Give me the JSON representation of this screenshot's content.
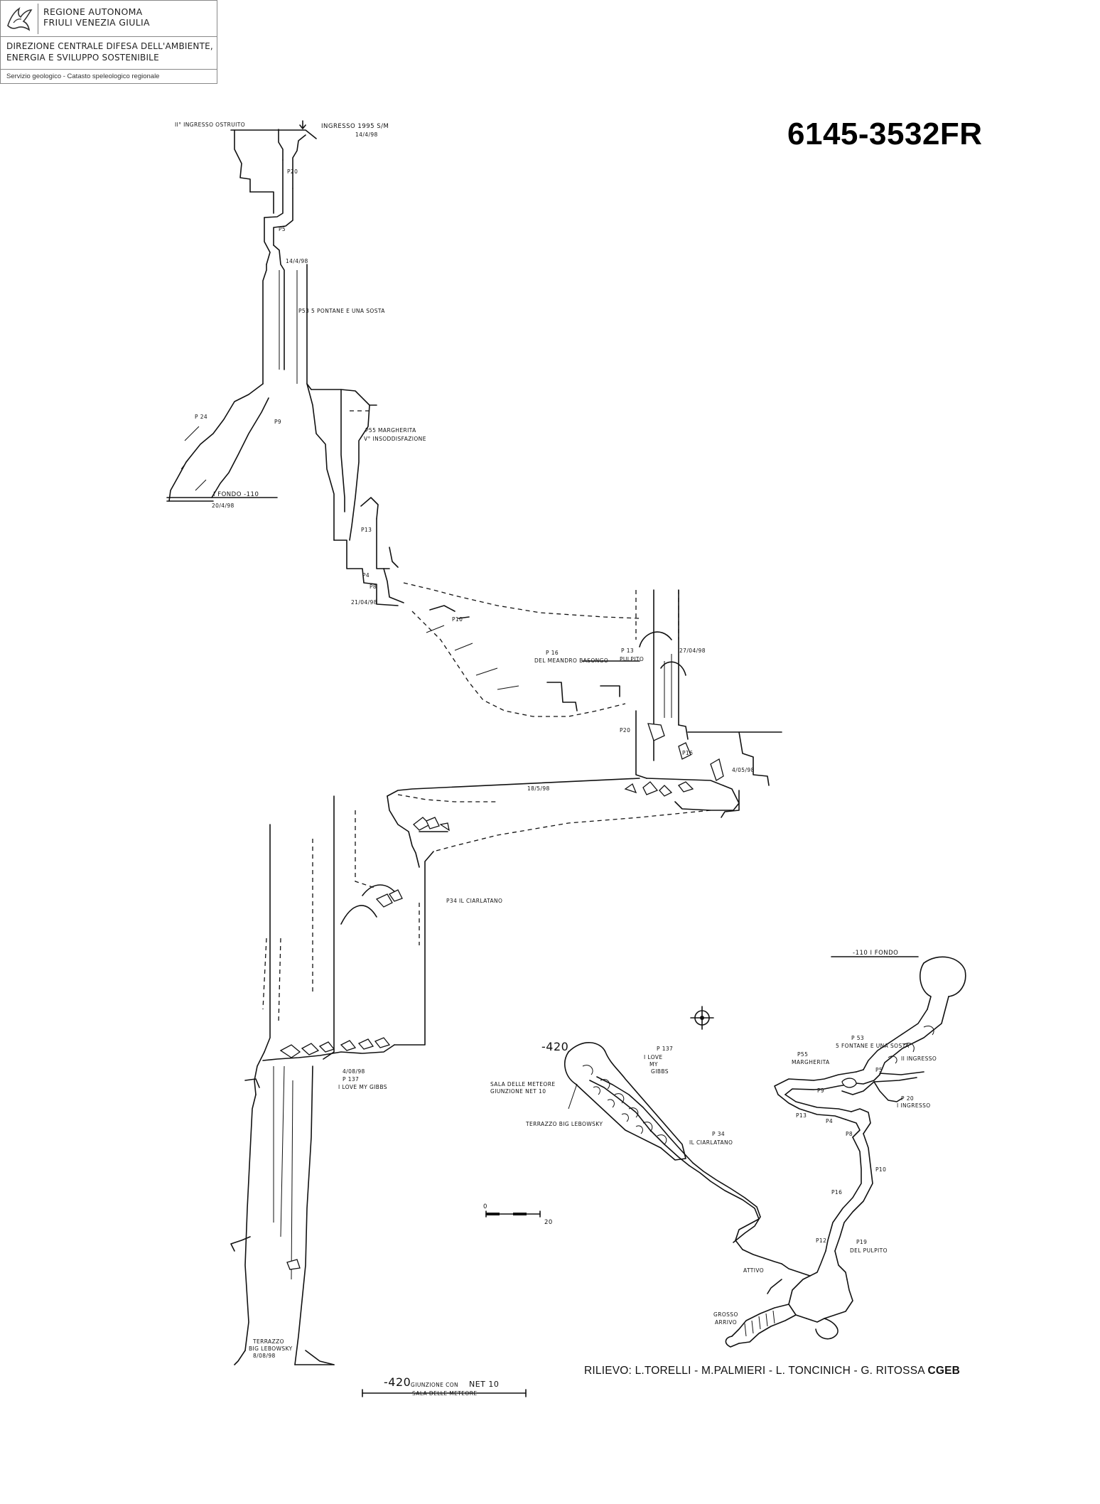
{
  "header": {
    "region_line1": "REGIONE AUTONOMA",
    "region_line2": "FRIULI VENEZIA GIULIA",
    "direzione_line1": "DIREZIONE CENTRALE DIFESA DELL'AMBIENTE,",
    "direzione_line2": "ENERGIA E SVILUPPO SOSTENIBILE",
    "servizio": "Servizio geologico - Catasto speleologico regionale"
  },
  "cave_id": "6145-3532FR",
  "credits": {
    "text": "RILIEVO: L.TORELLI - M.PALMIERI - L. TONCINICH - G. RITOSSA",
    "club": "CGEB"
  },
  "section_labels": {
    "ingresso_ostruito": "II° INGRESSO OSTRUITO",
    "ingresso": "INGRESSO 1995 S/M",
    "ingresso_date": "14/4/98",
    "p20_top": "P20",
    "p5": "P5",
    "date_p5": "14/4/98",
    "p53": "P53 5 PONTANE E UNA SOSTA",
    "p24": "P 24",
    "p9": "P9",
    "p55": "P55 MARGHERITA",
    "p55_sub": "V° INSODDISFAZIONE",
    "fondo": "I FONDO -110",
    "fondo_date": "20/4/98",
    "p13": "P13",
    "p4": "P4",
    "p8": "P8",
    "date_p8": "21/04/98",
    "p10": "P10",
    "p16": "P 16",
    "p16_sub": "DEL MEANDRO BASONGO",
    "p13b": "P 13",
    "pulpito": "PULPITO",
    "date_pulpito": "27/04/98",
    "p20_mid": "P20",
    "p16b": "P16",
    "date_right": "4/05/98",
    "date_mid": "18/5/98",
    "p34": "P34 IL CIARLATANO",
    "date_gibbs": "4/08/98",
    "p137": "P 137",
    "gibbs": "I LOVE MY GIBBS",
    "terrazzo": "TERRAZZO",
    "lebowsky": "BIG LEBOWSKY",
    "date_terrazzo": "8/08/98",
    "bottom_depth": "-420",
    "bottom_text": "GIUNZIONE CON",
    "net": "NET 10",
    "sala": "SALA DELLE METEORE"
  },
  "plan_labels": {
    "fondo": "-110 I FONDO",
    "p53": "P 53",
    "p53_sub": "5 FONTANE E UNA SOSTA",
    "ingresso2": "II INGRESSO",
    "ingresso1": "I INGRESSO",
    "p20": "P 20",
    "p55": "P55",
    "margherita": "MARGHERITA",
    "p9": "P9",
    "p5": "P5",
    "p13": "P13",
    "p4": "P4",
    "p8": "P8",
    "p10": "P10",
    "p16": "P16",
    "p19": "P19",
    "pulpito": "DEL PULPITO",
    "p12": "P12",
    "attivo": "ATTIVO",
    "grosso": "GROSSO",
    "arrivo": "ARRIVO",
    "depth": "-420",
    "sala": "SALA DELLE METEORE",
    "giunzione": "GIUNZIONE NET 10",
    "p137": "P 137",
    "love": "I LOVE",
    "my": "MY",
    "gibbs": "GIBBS",
    "terrazzo": "TERRAZZO BIG LEBOWSKY",
    "p34": "P 34",
    "ciarlatano": "IL CIARLATANO",
    "scale_0": "0",
    "scale_20": "20"
  }
}
